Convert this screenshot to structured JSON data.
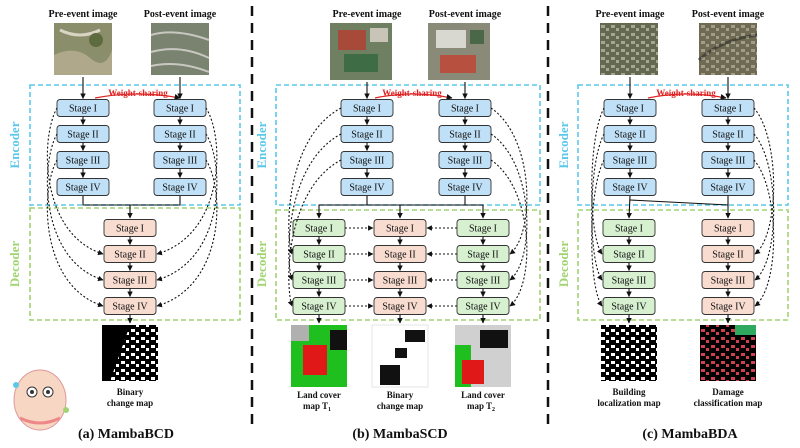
{
  "labels": {
    "pre_event": "Pre-event image",
    "post_event": "Post-event image",
    "weight_sharing": "Weight-sharing",
    "encoder": "Encoder",
    "decoder": "Decoder"
  },
  "stages": [
    "Stage I",
    "Stage II",
    "Stage III",
    "Stage IV"
  ],
  "panels": {
    "bcd": {
      "caption": "(a) MambaBCD",
      "outputs": [
        {
          "line1": "Binary",
          "line2": "change map"
        }
      ]
    },
    "scd": {
      "caption": "(b) MambaSCD",
      "outputs": [
        {
          "line1": "Land cover",
          "line2": "map T",
          "sub": "1"
        },
        {
          "line1": "Binary",
          "line2": "change map"
        },
        {
          "line1": "Land cover",
          "line2": "map T",
          "sub": "2"
        }
      ]
    },
    "bda": {
      "caption": "(c) MambaBDA",
      "outputs": [
        {
          "line1": "Building",
          "line2": "localization map"
        },
        {
          "line1": "Damage",
          "line2": "classification map"
        }
      ]
    }
  },
  "colors": {
    "encoder_stage": "#bfe0f7",
    "decoder_change_stage": "#f9dcd0",
    "decoder_landcover_stage": "#d6f0d0",
    "encoder_box": "#5bc8ea",
    "decoder_box": "#9fd470",
    "weight_sharing": "#e02020"
  }
}
